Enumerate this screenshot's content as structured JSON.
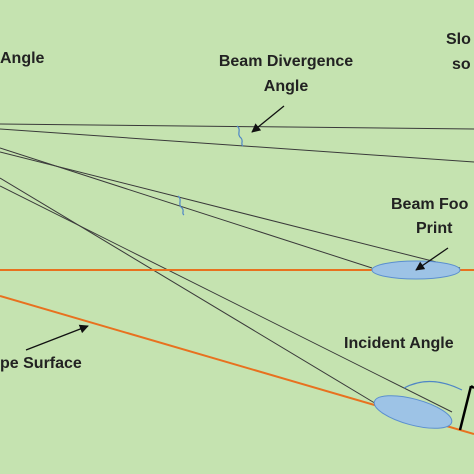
{
  "labels": {
    "angle_partial": "Angle",
    "beam_divergence_line1": "Beam Divergence",
    "beam_divergence_line2": "Angle",
    "slope_partial_line1": "Slo",
    "slope_partial_line2": "so",
    "beam_footprint_line1": "Beam Foo",
    "beam_footprint_line2": "Print",
    "slope_surface_partial": "pe Surface",
    "incident_angle": "Incident Angle"
  },
  "colors": {
    "background": "#c5e3b0",
    "beam_line": "#3a3a3a",
    "surface_line": "#e8711f",
    "footprint_fill": "#9dc3e6",
    "footprint_stroke": "#5b8fcf",
    "arrow": "#111111",
    "angle_arc": "#4f86c6",
    "normal_line": "#000000"
  }
}
